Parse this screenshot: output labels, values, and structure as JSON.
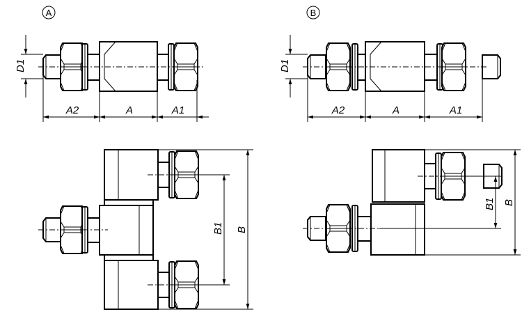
{
  "views": {
    "a": {
      "marker": "A",
      "dims": {
        "d1": "D1",
        "a2": "A2",
        "a": "A",
        "a1": "A1",
        "b1": "B1",
        "b": "B"
      }
    },
    "b": {
      "marker": "B",
      "dims": {
        "d1": "D1",
        "a2": "A2",
        "a": "A",
        "a1": "A1",
        "b1": "B1",
        "b": "B"
      }
    }
  },
  "colors": {
    "line": "#000000",
    "background": "#ffffff"
  }
}
